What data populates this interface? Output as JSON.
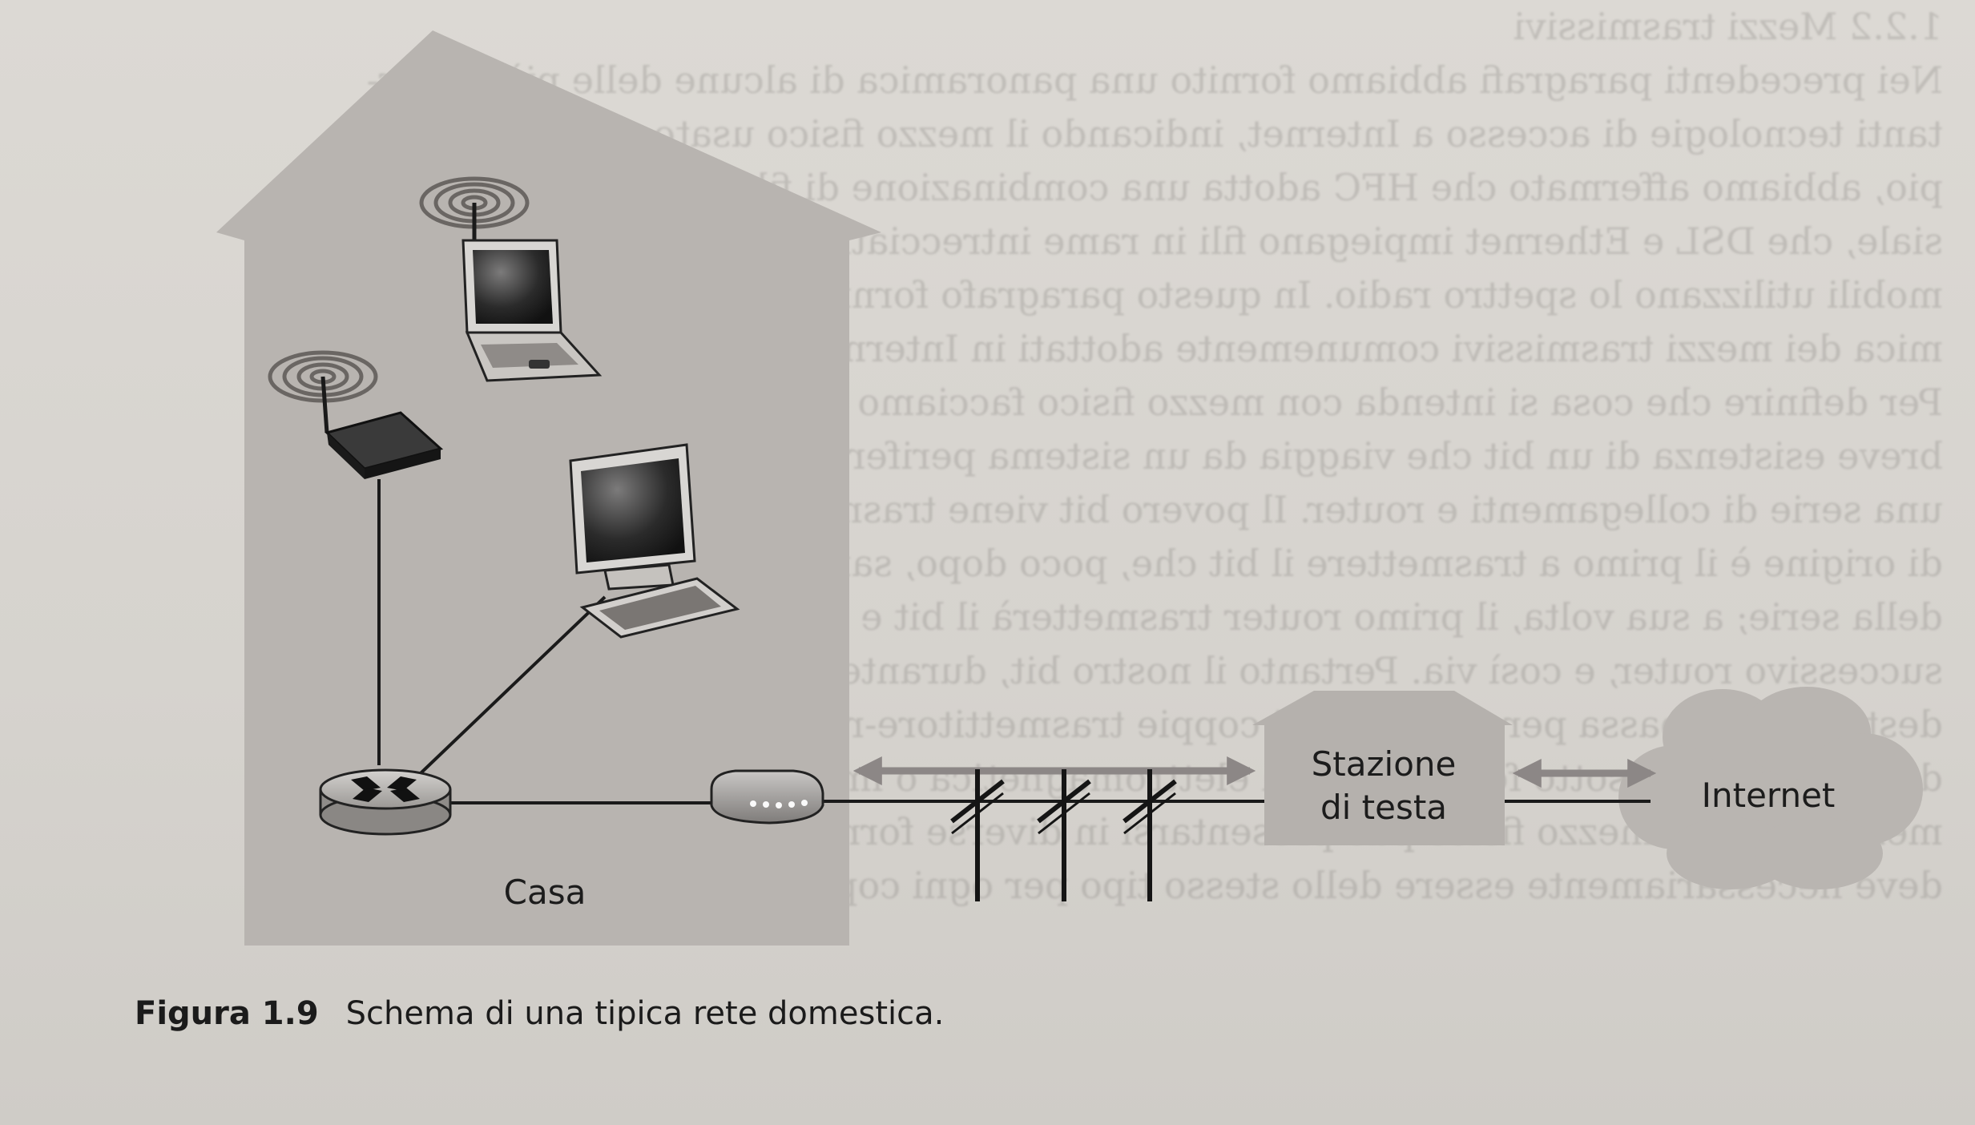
{
  "diagram": {
    "home_label": "Casa",
    "headend_label_line1": "Stazione",
    "headend_label_line2": "di testa",
    "internet_label": "Internet"
  },
  "caption": {
    "number": "Figura 1.9",
    "text": "Schema di una tipica rete domestica."
  },
  "background_page_text": [
    "1.2.2 Mezzi trasmissivi",
    "Nei precedenti paragrafi abbiamo fornito una panoramica di alcune delle più impor-",
    "tanti tecnologie di accesso a Internet, indicando il mezzo fisico usato. Per esem-",
    "pio, abbiamo affermato che HFC adotta una combinazione di fibra ottica e cavo coas-",
    "siale, che DSL e Ethernet impiegano fili in rame intrecciati, e che le reti di accesso",
    "mobili utilizzano lo spettro radio. In questo paragrafo forniamo una breve panora-",
    "mica dei mezzi trasmissivi comunemente adottati in Internet.",
    "Per definire che cosa si intenda con mezzo fisico facciamo riferimento sulla",
    "breve esistenza di un bit che viaggia da un sistema periferico a un altro, attraversando",
    "una serie di collegamenti e router. Il povero bit viene trasmesso molte volte. Il sistema",
    "di origine è il primo a trasmettere il bit che, poco dopo, sarà ricevuto dal primo router",
    "della serie; a sua volta, il primo router trasmetterà il bit e quindi inoltrerà il bit al",
    "successivo router, e così via. Pertanto il nostro bit, durante il viaggio dalla sorgente alla",
    "destinazione, passa per una serie di coppie trasmettitore-ricevitore, propagandosi",
    "dall'uno all'altro sotto forma di onda elettromagnetica o impulso ottico attraverso un",
    "mezzo fisico. Il mezzo fisico può presentarsi in diverse forme e tipologie e non",
    "deve necessariamente essere dello stesso tipo per ogni coppia trasmettitore-ricevitore"
  ]
}
